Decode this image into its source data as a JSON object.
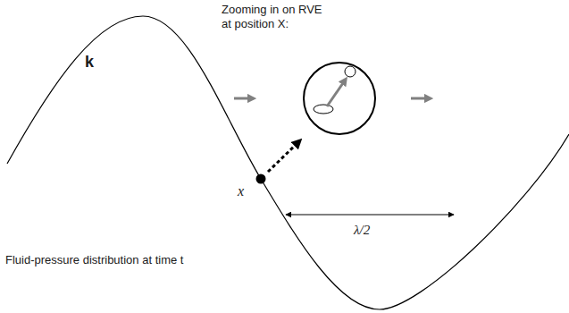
{
  "diagram": {
    "labels": [
      "Zooming in on RVE at position X:",
      "k",
      "x",
      "λ/2",
      "Fluid-pressure distribution at time t"
    ]
  }
}
